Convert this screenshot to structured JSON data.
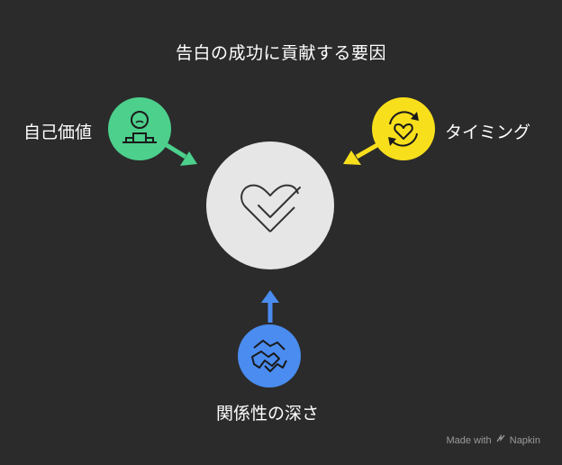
{
  "title": "告白の成功に貢献する要因",
  "nodes": {
    "self_worth": {
      "label": "自己価値",
      "color": "#4cd08c",
      "icon": "person-at-podium-icon"
    },
    "timing": {
      "label": "タイミング",
      "color": "#f8df1c",
      "icon": "heart-cycle-icon"
    },
    "relationship": {
      "label": "関係性の深さ",
      "color": "#4a8cf0",
      "icon": "handshake-icon"
    }
  },
  "center": {
    "icon": "heart-check-icon",
    "color": "#e6e6e6"
  },
  "watermark": {
    "prefix": "Made with",
    "brand": "Napkin"
  }
}
